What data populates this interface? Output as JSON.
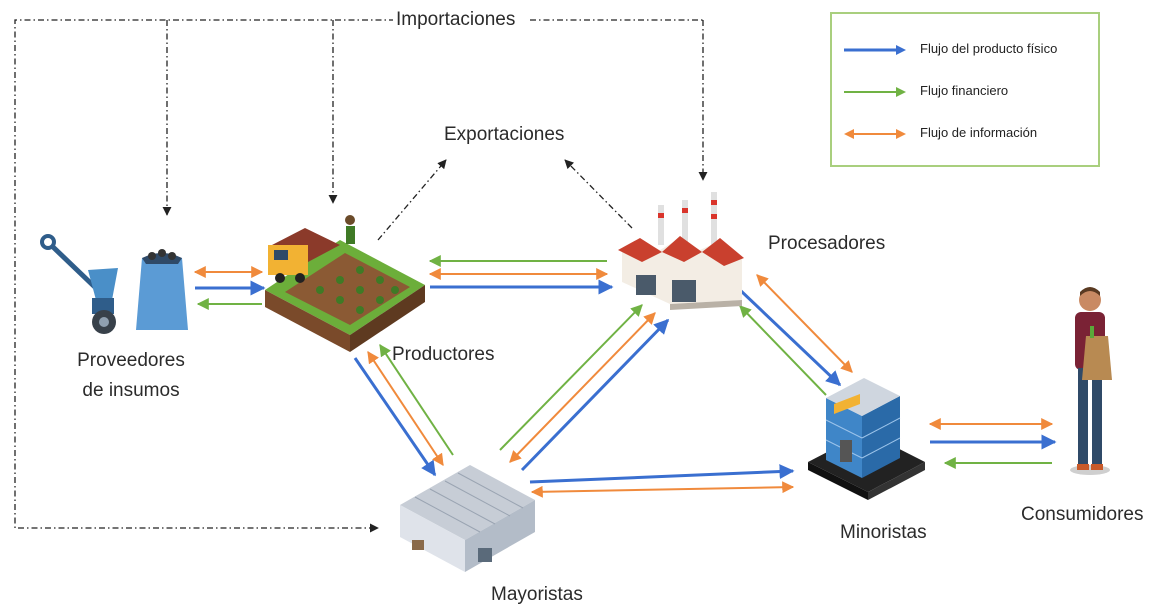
{
  "labels": {
    "importaciones": "Importaciones",
    "exportaciones": "Exportaciones",
    "proveedores_l1": "Proveedores",
    "proveedores_l2": "de insumos",
    "productores": "Productores",
    "procesadores": "Procesadores",
    "mayoristas": "Mayoristas",
    "minoristas": "Minoristas",
    "consumidores": "Consumidores"
  },
  "legend": {
    "items": [
      {
        "label": "Flujo del producto físico",
        "color": "#3a6fd0"
      },
      {
        "label": "Flujo financiero",
        "color": "#70b244"
      },
      {
        "label": "Flujo de información",
        "color": "#f08a3c"
      }
    ]
  },
  "icons": {
    "supplier": "seed-spreader-and-sack-icon",
    "producer": "farm-field-with-truck-icon",
    "processor": "factory-icon",
    "wholesaler": "warehouse-icon",
    "retailer": "store-building-icon",
    "consumer": "person-with-grocery-bag-icon"
  }
}
